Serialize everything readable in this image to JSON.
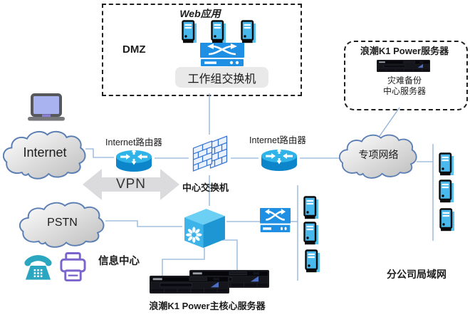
{
  "dmz": {
    "label": "DMZ",
    "title": "Web应用",
    "switch_label": "工作组交换机"
  },
  "backup_box": {
    "title": "浪潮K1 Power服务器",
    "caption": [
      "灾难备份",
      "中心服务器"
    ]
  },
  "clouds": {
    "internet": "Internet",
    "pstn": "PSTN",
    "special_network": "专项网络"
  },
  "routers": {
    "left_label": "Internet路由器",
    "right_label": "Internet路由器"
  },
  "labels": {
    "vpn": "VPN",
    "core_switch": "中心交换机",
    "info_center": "信息中心",
    "main_core_server": "浪潮K1 Power主核心服务器",
    "branch_lan": "分公司局域网"
  },
  "icons": {
    "server": "server-tower-icon",
    "switch": "switch-icon",
    "router": "router-icon",
    "firewall": "firewall-brick-icon",
    "core_cube": "core-switch-cube-icon",
    "rack": "rack-server-icon",
    "laptop": "laptop-icon",
    "phone": "telephone-icon",
    "printer": "printer-icon",
    "vpn_arrow": "double-arrow-icon",
    "cloud": "cloud-icon"
  },
  "colors": {
    "accent_blue": "#1e8fe2",
    "icon_blue": "#49b8ec",
    "router_top": "#2fb3e8",
    "router_body": "#0d85cb",
    "firewall_stroke": "#3572d4",
    "cloud_border": "#5b7fb4",
    "connector": "#90b2d9",
    "vpn_gray": "#dbdbdd",
    "phone_teal": "#2ba6c1",
    "printer_purple": "#7b64cc",
    "label_gray_bg": "#e9e9e9"
  }
}
